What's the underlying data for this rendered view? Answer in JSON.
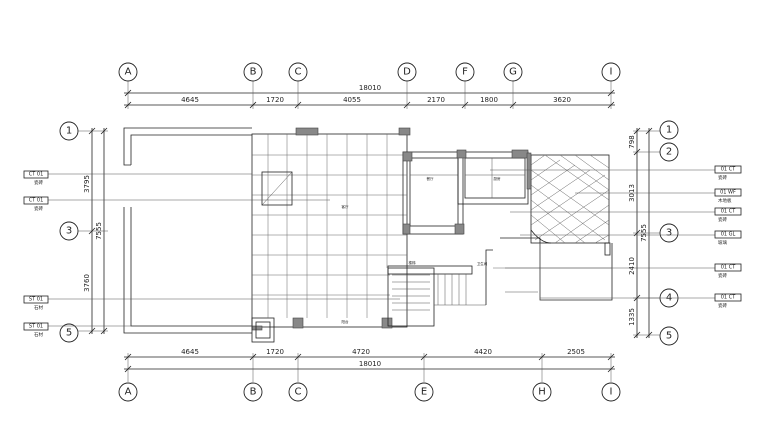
{
  "drawing": {
    "top_axes": [
      "A",
      "B",
      "C",
      "D",
      "F",
      "G",
      "I"
    ],
    "top_total": "18010",
    "top_segments": [
      "4645",
      "1720",
      "4055",
      "2170",
      "1800",
      "3620"
    ],
    "bottom_axes": [
      "A",
      "B",
      "C",
      "E",
      "H",
      "I"
    ],
    "bottom_total": "18010",
    "bottom_segments": [
      "4645",
      "1720",
      "4720",
      "4420",
      "2505"
    ],
    "left_axes": [
      "1",
      "3",
      "5"
    ],
    "left_total": "7555",
    "left_segments": [
      "3795",
      "3760"
    ],
    "right_axes": [
      "1",
      "2",
      "3",
      "4",
      "5"
    ],
    "right_total": "7555",
    "right_segments": [
      "798",
      "3013",
      "2410",
      "1335"
    ],
    "left_tags": [
      {
        "code": "CT 01",
        "label": "瓷砖"
      },
      {
        "code": "CT 01",
        "label": "瓷砖"
      },
      {
        "code": "ST 01",
        "label": "石材"
      },
      {
        "code": "ST 01",
        "label": "石材"
      }
    ],
    "right_tags": [
      {
        "code": "01 CT",
        "label": "瓷砖"
      },
      {
        "code": "01 WF",
        "label": "木地板"
      },
      {
        "code": "01 CT",
        "label": "瓷砖"
      },
      {
        "code": "01 GL",
        "label": "玻璃"
      },
      {
        "code": "01 CT",
        "label": "瓷砖"
      },
      {
        "code": "01 CT",
        "label": "瓷砖"
      }
    ],
    "room_labels": [
      "客厅",
      "餐厅",
      "厨房",
      "卫生间",
      "楼梯",
      "阳台"
    ]
  }
}
